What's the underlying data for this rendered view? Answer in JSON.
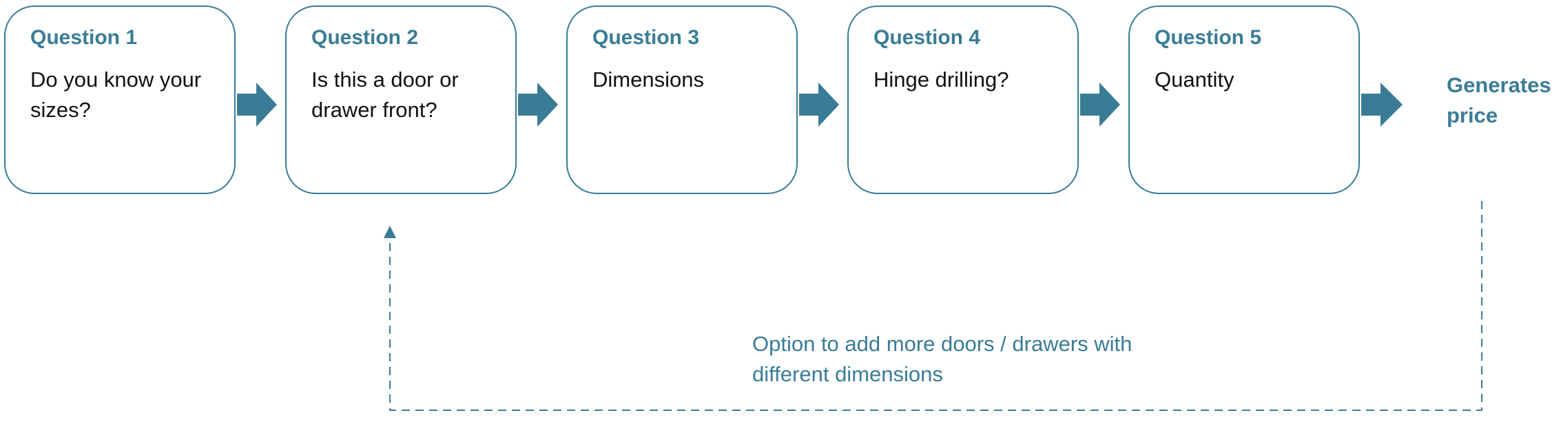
{
  "steps": [
    {
      "title": "Question 1",
      "text": "Do you know your sizes?"
    },
    {
      "title": "Question 2",
      "text": "Is this a door or drawer front?"
    },
    {
      "title": "Question 3",
      "text": "Dimensions"
    },
    {
      "title": "Question 4",
      "text": "Hinge drilling?"
    },
    {
      "title": "Question 5",
      "text": "Quantity"
    }
  ],
  "result": {
    "label": "Generates price"
  },
  "loop": {
    "note": "Option to add more doors / drawers with different dimensions"
  },
  "colors": {
    "accent": "#3a7c96",
    "text": "#111111",
    "background": "#ffffff"
  }
}
